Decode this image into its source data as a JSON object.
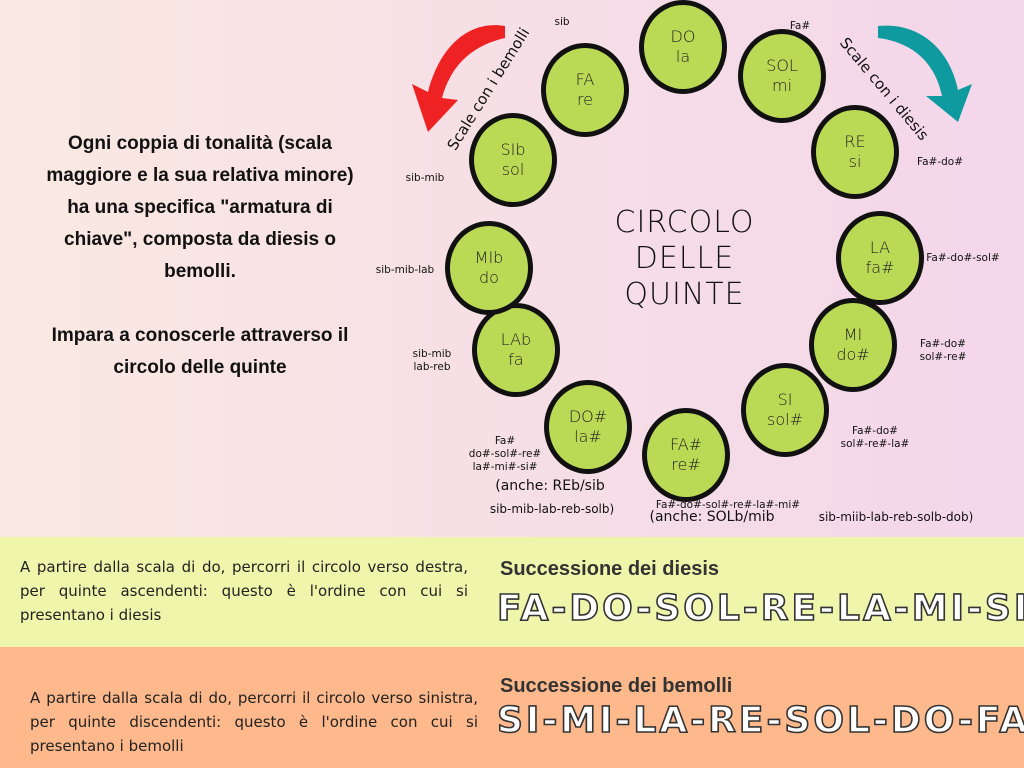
{
  "intro": {
    "p1": "Ogni coppia di tonalità (scala maggiore e la sua relativa minore) ha una specifica \"armatura di chiave\", composta da diesis o bemolli.",
    "p2": "Impara a conoscerle attraverso il circolo delle quinte"
  },
  "title": {
    "l1": "CIRCOLO",
    "l2": "DELLE",
    "l3": "QUINTE"
  },
  "arrows": {
    "flats_label": "Scale con i bemolli",
    "sharps_label": "Scale con i diesis",
    "flats_color": "#ee2222",
    "sharps_color": "#0e9a9e"
  },
  "circle": [
    {
      "major": "DO",
      "minor": "la",
      "key": []
    },
    {
      "major": "SOL",
      "minor": "mi",
      "key": [
        "Fa#"
      ]
    },
    {
      "major": "RE",
      "minor": "si",
      "key": [
        "Fa#-do#"
      ]
    },
    {
      "major": "LA",
      "minor": "fa#",
      "key": [
        "Fa#-do#-sol#"
      ]
    },
    {
      "major": "MI",
      "minor": "do#",
      "key": [
        "Fa#-do#",
        "sol#-re#"
      ]
    },
    {
      "major": "SI",
      "minor": "sol#",
      "key": [
        "Fa#-do#",
        "sol#-re#-la#"
      ]
    },
    {
      "major": "FA#",
      "minor": "re#",
      "key": [
        "Fa#-do#-sol#-re#-la#-mi#"
      ],
      "alt": "(anche: SOLb/mib",
      "alt_key": "sib-miib-lab-reb-solb-dob)"
    },
    {
      "major": "DO#",
      "minor": "la#",
      "key": [
        "Fa#",
        "do#-sol#-re#",
        "la#-mi#-si#"
      ],
      "alt": "(anche: REb/sib",
      "alt_key": "sib-mib-lab-reb-solb)"
    },
    {
      "major": "LAb",
      "minor": "fa",
      "key": [
        "sib-mib",
        "lab-reb"
      ]
    },
    {
      "major": "MIb",
      "minor": "do",
      "key": [
        "sib-mib-lab"
      ]
    },
    {
      "major": "SIb",
      "minor": "sol",
      "key": [
        "sib-mib"
      ]
    },
    {
      "major": "FA",
      "minor": "re",
      "key": [
        "sib"
      ]
    }
  ],
  "sharps": {
    "desc": "A partire dalla scala di do, percorri il circolo verso destra, per quinte ascendenti: questo è l'ordine con cui si presentano i diesis",
    "title": "Successione dei diesis",
    "sequence": "FA-DO-SOL-RE-LA-MI-SI",
    "band_color": "#eff6ab"
  },
  "flats": {
    "desc": "A partire dalla scala di do, percorri il circolo verso sinistra, per quinte discendenti: questo è l'ordine con cui si presentano i bemolli",
    "title": "Successione dei bemolli",
    "sequence": "SI-MI-LA-RE-SOL-DO-FA",
    "band_color": "#fdb88b"
  }
}
